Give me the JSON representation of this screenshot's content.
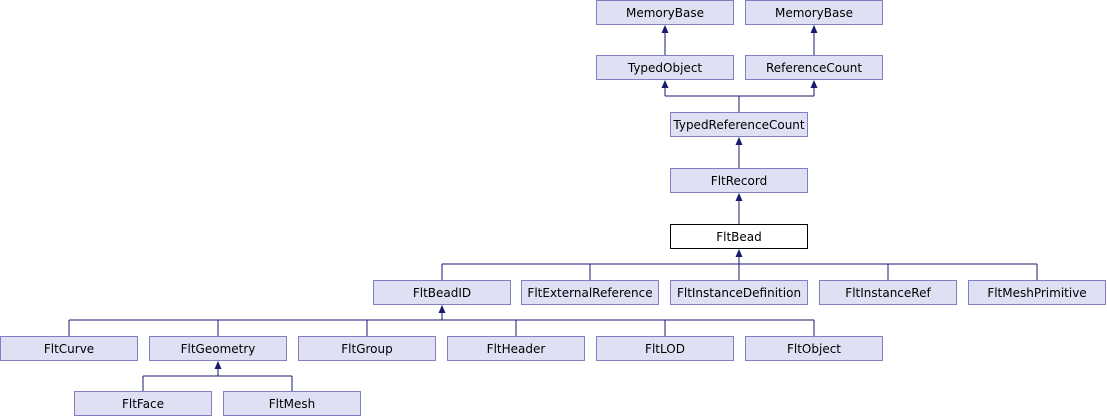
{
  "colors": {
    "edge": "#191970",
    "node_fill": "#e0e0f4",
    "node_border": "#8080c0",
    "current_fill": "#ffffff",
    "current_border": "#000000"
  },
  "nodes": {
    "memorybase_1": "MemoryBase",
    "memorybase_2": "MemoryBase",
    "typedobject": "TypedObject",
    "referencecount": "ReferenceCount",
    "typedreferencecount": "TypedReferenceCount",
    "fltrecord": "FltRecord",
    "fltbead": "FltBead",
    "fltbeadid": "FltBeadID",
    "fltexternalreference": "FltExternalReference",
    "fltinstancedefinition": "FltInstanceDefinition",
    "fltinstanceref": "FltInstanceRef",
    "fltmeshprimitive": "FltMeshPrimitive",
    "fltcurve": "FltCurve",
    "fltgeometry": "FltGeometry",
    "fltgroup": "FltGroup",
    "fltheader": "FltHeader",
    "fltlod": "FltLOD",
    "fltobject": "FltObject",
    "fltface": "FltFace",
    "fltmesh": "FltMesh"
  }
}
